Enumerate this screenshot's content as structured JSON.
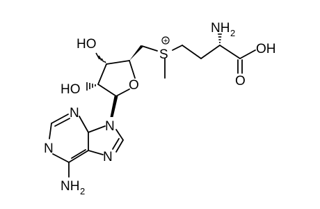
{
  "atom_labels": {
    "n_amino_acid": "NH",
    "n_amino_acid_sub": "2",
    "oh_acid": "OH",
    "o_carbonyl": "O",
    "s_sulfonium": "S",
    "charge": "+",
    "oh_ribose_upper": "HO",
    "oh_ribose_lower": "HO",
    "o_ring": "O",
    "n9": "N",
    "n_top": "N",
    "n_left": "N",
    "n_right": "N",
    "nh2_bottom": "NH",
    "nh2_bottom_sub": "2"
  }
}
